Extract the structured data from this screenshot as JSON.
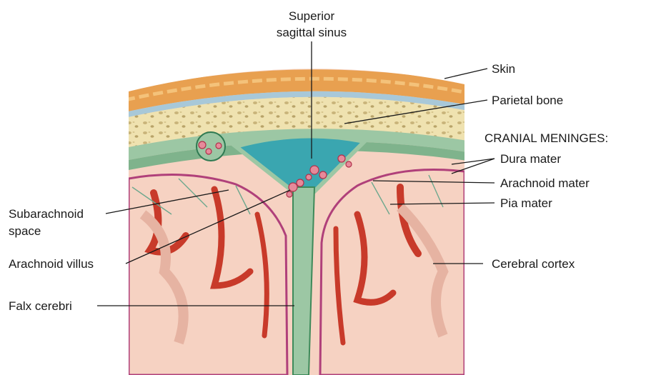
{
  "labels": {
    "superior_sagittal_sinus_line1": "Superior",
    "superior_sagittal_sinus_line2": "sagittal sinus",
    "skin": "Skin",
    "parietal_bone": "Parietal bone",
    "cranial_meninges": "CRANIAL MENINGES:",
    "dura_mater": "Dura mater",
    "arachnoid_mater": "Arachnoid mater",
    "pia_mater": "Pia mater",
    "subarachnoid_space_line1": "Subarachnoid",
    "subarachnoid_space_line2": "space",
    "arachnoid_villus": "Arachnoid villus",
    "falx_cerebri": "Falx cerebri",
    "cerebral_cortex": "Cerebral cortex"
  },
  "colors": {
    "skin": "#e8a050",
    "bone": "#efe2b0",
    "dura": "#9cc7a4",
    "sinus": "#3aa6b0",
    "vessel": "#c83a2a",
    "cortex": "#f6d2c2",
    "pia": "#b0407a"
  }
}
